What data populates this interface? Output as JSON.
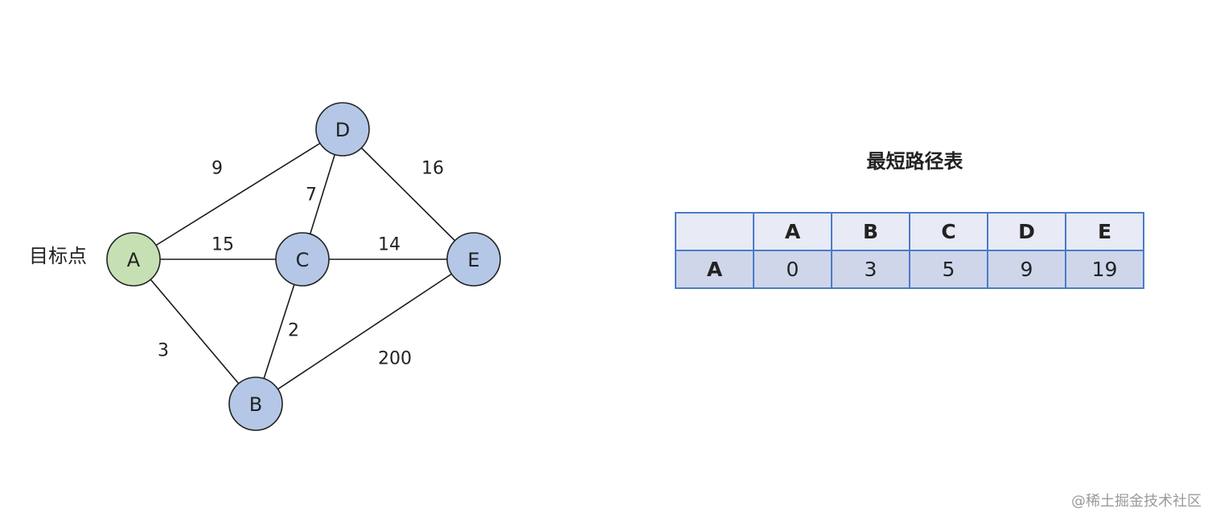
{
  "graph": {
    "nodes": [
      {
        "id": "A",
        "label": "A",
        "color": "#c6e0b4"
      },
      {
        "id": "B",
        "label": "B",
        "color": "#b4c7e7"
      },
      {
        "id": "C",
        "label": "C",
        "color": "#b4c7e7"
      },
      {
        "id": "D",
        "label": "D",
        "color": "#b4c7e7"
      },
      {
        "id": "E",
        "label": "E",
        "color": "#b4c7e7"
      }
    ],
    "edges": [
      {
        "from": "A",
        "to": "D",
        "weight": "9"
      },
      {
        "from": "A",
        "to": "C",
        "weight": "15"
      },
      {
        "from": "A",
        "to": "B",
        "weight": "3"
      },
      {
        "from": "C",
        "to": "D",
        "weight": "7"
      },
      {
        "from": "C",
        "to": "E",
        "weight": "14"
      },
      {
        "from": "C",
        "to": "B",
        "weight": "2"
      },
      {
        "from": "D",
        "to": "E",
        "weight": "16"
      },
      {
        "from": "B",
        "to": "E",
        "weight": "200"
      }
    ],
    "target_label": "目标点"
  },
  "table": {
    "title": "最短路径表",
    "header": [
      "",
      "A",
      "B",
      "C",
      "D",
      "E"
    ],
    "row": {
      "label": "A",
      "values": [
        "0",
        "3",
        "5",
        "9",
        "19"
      ]
    }
  },
  "watermark": "@稀土掘金技术社区"
}
